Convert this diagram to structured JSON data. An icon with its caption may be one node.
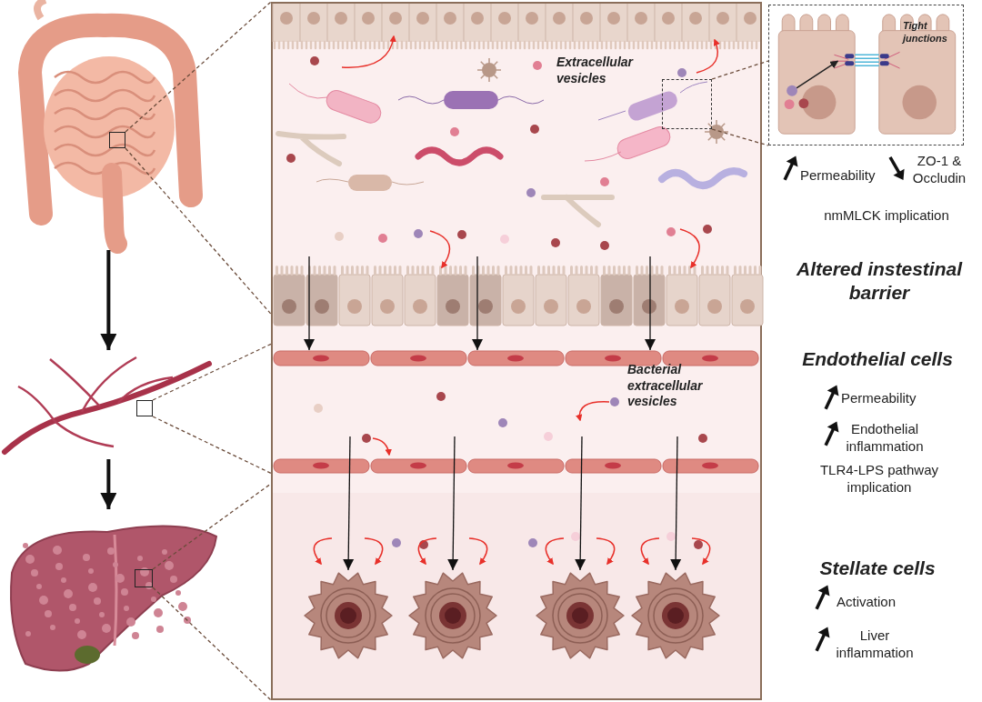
{
  "diagram": {
    "nodes": [
      {
        "text": [],
        "shape": "picture"
      },
      {
        "text": [],
        "shape": "box",
        "in": 0
      },
      {
        "text": [],
        "shape": "picture"
      },
      {
        "text": [],
        "shape": "box",
        "in": 2
      },
      {
        "text": [],
        "shape": "picture"
      },
      {
        "text": [],
        "shape": "box",
        "in": 4
      },
      {
        "text": [],
        "shape": "picture"
      },
      {
        "text": [],
        "shape": "box",
        "in": 6
      },
      {
        "text": [
          "Tight junctions"
        ]
      },
      {
        "text": [],
        "shape": "bar",
        "in": 6
      },
      {
        "text": [],
        "shape": "picture",
        "in": 6
      },
      {
        "text": [],
        "shape": "picture",
        "in": 6
      },
      {
        "text": [],
        "shape": "picture",
        "in": 6
      },
      {
        "text": [],
        "shape": "picture",
        "in": 6
      }
    ],
    "edges": [
      {
        "from": 0,
        "to": 2,
        "arrow": "to",
        "style": "thick"
      },
      {
        "from": 2,
        "to": 4,
        "arrow": "to",
        "style": "thick"
      },
      {
        "from": 1,
        "to": 6,
        "arrow": "none",
        "style": "dashed",
        "color": "#6b4c3b"
      },
      {
        "from": 1,
        "to": 6,
        "arrow": "none",
        "style": "dashed",
        "color": "#6b4c3b"
      },
      {
        "from": 3,
        "to": 6,
        "arrow": "none",
        "style": "dashed",
        "color": "#6b4c3b"
      },
      {
        "from": 3,
        "to": 6,
        "arrow": "none",
        "style": "dashed",
        "color": "#6b4c3b"
      },
      {
        "from": 5,
        "to": 6,
        "arrow": "none",
        "style": "dashed",
        "color": "#6b4c3b"
      },
      {
        "from": 5,
        "to": 6,
        "arrow": "none",
        "style": "dashed",
        "color": "#6b4c3b"
      },
      {
        "from": 7,
        "to": 8,
        "arrow": "none",
        "style": "dashed",
        "color": "#6b4c3b"
      },
      {
        "from": 7,
        "to": 8,
        "arrow": "none",
        "style": "dashed",
        "color": "#6b4c3b"
      },
      {
        "from": null,
        "to": 9,
        "arrow": "to"
      },
      {
        "from": null,
        "to": 9,
        "arrow": "to"
      },
      {
        "from": null,
        "to": 9,
        "arrow": "to"
      },
      {
        "from": null,
        "to": 10,
        "arrow": "to"
      },
      {
        "from": null,
        "to": 11,
        "arrow": "to"
      },
      {
        "from": null,
        "to": 12,
        "arrow": "to"
      },
      {
        "from": null,
        "to": 13,
        "arrow": "to"
      }
    ],
    "labels": [
      "Extracellular vesicles",
      "Permeability",
      "ZO-1 & Occludin",
      "nmMLCK implication",
      "Altered instestinal barrier",
      "Bacterial extracellular vesicles",
      "Endothelial cells",
      "Permeability",
      "Endothelial inflammation",
      "TLR4-LPS pathway implication",
      "Stellate cells",
      "Activation",
      "Liver inflammation"
    ]
  }
}
